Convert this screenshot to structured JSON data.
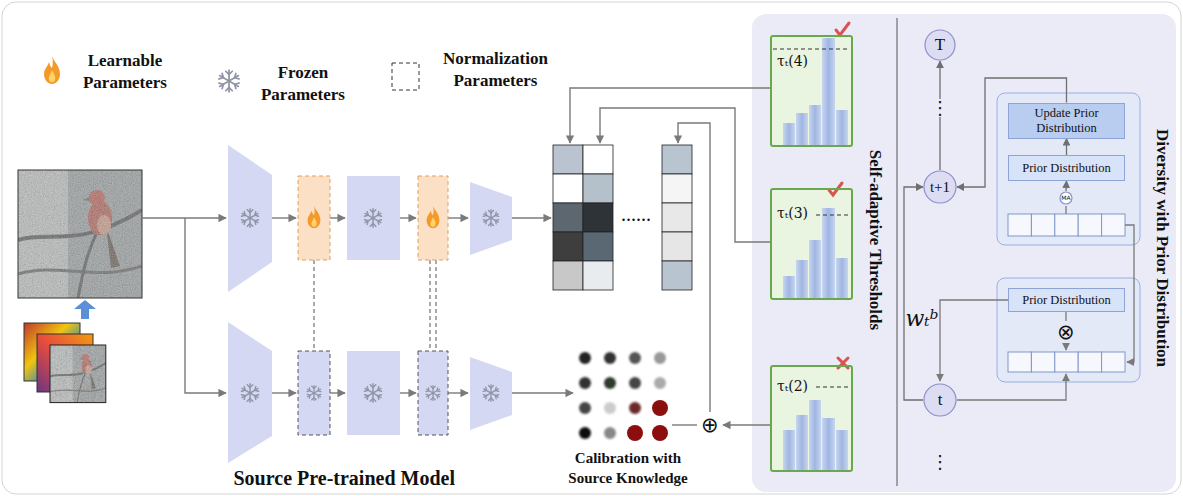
{
  "diagram": {
    "nodes": [
      {
        "text": [
          "τₜ(4)"
        ]
      },
      {
        "text": [
          "τₜ(3)"
        ]
      },
      {
        "text": [
          "τₜ(2)"
        ]
      },
      {
        "text": [
          "T"
        ]
      },
      {
        "text": [
          "t+1"
        ]
      },
      {
        "text": [
          "t"
        ]
      },
      {
        "text": [
          "Update Prior Distribution"
        ]
      },
      {
        "text": [
          "Prior Distribution"
        ]
      },
      {
        "text": [
          "MA"
        ]
      },
      {
        "text": [
          "Prior Distribution"
        ]
      }
    ],
    "edges": [
      {
        "from": 5,
        "to": 4,
        "arrow": "to"
      },
      {
        "from": 4,
        "to": 3,
        "arrow": "to"
      },
      {
        "from": 7,
        "to": 6,
        "arrow": "to"
      },
      {
        "from": 8,
        "to": 7,
        "arrow": "to"
      },
      {
        "from": 6,
        "to": 4,
        "arrow": "to"
      }
    ],
    "labels": [
      "Source Pre-trained Model",
      "Calibration with Source Knowledge",
      "......",
      "⊕",
      "Self-adaptive Thresholds",
      "⋮",
      "wₜᵇ",
      "⊗",
      "⋮",
      "Diversity with Prior Distribution"
    ],
    "legend": [
      {
        "text": "Learnable Parameters"
      },
      {
        "text": "Frozen Parameters"
      },
      {
        "text": "Normalization Parameters"
      }
    ]
  }
}
